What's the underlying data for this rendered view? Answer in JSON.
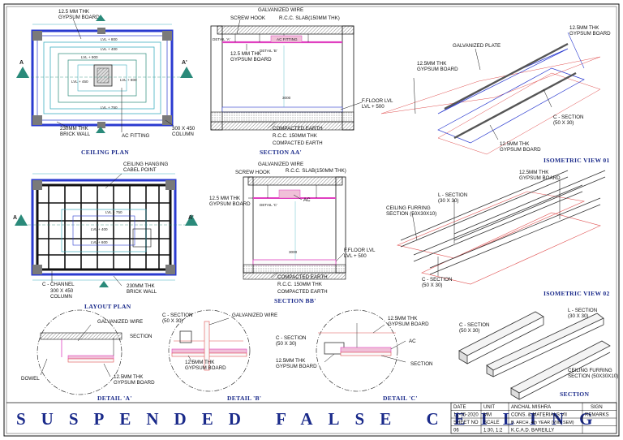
{
  "banner": "SUSPENDED FALSE CEILING",
  "titles": {
    "ceiling_plan": "CEILING PLAN",
    "layout_plan": "LAYOUT PLAN",
    "section_aa": "SECTION AA'",
    "section_bb": "SECTION BB'",
    "iso1": "ISOMETRIC VIEW 01",
    "iso2": "ISOMETRIC VIEW 02",
    "section": "SECTION",
    "detail_a": "DETAIL 'A'",
    "detail_b": "DETAIL 'B'",
    "detail_c": "DETAIL 'C'"
  },
  "marks": {
    "a": "A",
    "a_prime": "A'"
  },
  "cp": {
    "gypsum": "12.5 MM THK\nGYPSUM BOARD",
    "brick": "230MM THK\nBRICK WALL",
    "ac": "AC FITTING",
    "column": "300 X 450\nCOLUMN",
    "lvls": [
      "LVL + 800",
      "LVL + 400",
      "LVL + 900",
      "LVL + 450",
      "LVL + 800",
      "LVL + 750"
    ]
  },
  "lp": {
    "hanging": "CEILING HANGING\nCABEL POINT",
    "channel": "C - CHANNEL",
    "column": "300 X 450\nCOLUMN",
    "brick": "230MM THK\nBRICK WALL",
    "lvls": [
      "LVL + 750",
      "LVL + 400",
      "LVL + 600"
    ]
  },
  "saa": {
    "wire": "GALVANIZED WIRE",
    "hook": "SCREW HOOK",
    "slab": "R.C.C. SLAB(150MM THK)",
    "detail_a": "DETAIL 'A'",
    "detail_b": "DETAIL 'B'",
    "gypsum": "12.5 MM THK\nGYPSUM BOARD",
    "floor": "F.FLOOR LVL\nLVL + 500",
    "earth1": "COMPACTED EARTH",
    "rcc": "R.C.C. 150MM THK",
    "earth2": "COMPACTED EARTH",
    "ac": "AC FITTING",
    "dim": "3000"
  },
  "sbb": {
    "wire": "GALVANIZED WIRE",
    "hook": "SCREW HOOK",
    "slab": "R.C.C. SLAB(150MM THK)",
    "gypsum": "12.5 MM THK\nGYPSUM BOARD",
    "detail_c": "DETAIL 'C'",
    "ac": "AC",
    "floor": "F.FLOOR LVL\nLVL + 500",
    "earth1": "COMPACTED EARTH",
    "rcc": "R.C.C. 150MM THK",
    "earth2": "COMPACTED EARTH",
    "dim": "3000"
  },
  "iso1": {
    "plate": "GALVANIZED PLATE",
    "gyp1": "12.5MM THK\nGYPSUM BOARD",
    "gyp2": "12.5MM THK\nGYPSUM BOARD",
    "csec": "C - SECTION\n(50 X 30)",
    "gyp3": "12.5MM THK\nGYPSUM BOARD"
  },
  "iso2": {
    "gyp": "12.5MM THK\nGYPSUM BOARD",
    "lsec": "L - SECTION\n(30 X 30)",
    "furring": "CEILING FURRING\nSECTION (50X30X10)",
    "csec": "C - SECTION\n(50 X 30)"
  },
  "sect": {
    "csec": "C - SECTION\n(50 X 30)",
    "lsec": "L - SECTION\n(30 X 30)",
    "furring": "CEILING FURRING\nSECTION (50X30X10)"
  },
  "da": {
    "wire": "GALVANIZED WIRE",
    "section": "SECTION",
    "dowel": "DOWEL",
    "gyp": "12.5MM THK\nGYPSUM BOARD"
  },
  "db": {
    "csec": "C - SECTION\n(50 X 30)",
    "wire": "GALVANIZED WIRE",
    "gyp": "12.5MM THK\nGYPSUM BOARD"
  },
  "dc": {
    "csec": "C - SECTION\n(50 X 30)",
    "gyp1": "12.5MM THK\nGYPSUM BOARD",
    "ac": "AC",
    "gyp2": "12.5MM THK\nGYPSUM BOARD",
    "section": "SECTION"
  },
  "titleblock": {
    "rows": [
      [
        "DATE",
        "UNIT",
        "ANCHAL MISHRA",
        "SIGN"
      ],
      [
        "12-05-2020",
        "MM",
        "CONS. & MATERIALS VII",
        "REMARKS"
      ],
      [
        "SHEET NO",
        "SCALE",
        "B. ARCH. 4th YEAR (VIIth SEM)",
        ""
      ],
      [
        "06",
        "1:30, 1:2",
        "K.C.A.D. BAREILLY",
        ""
      ]
    ]
  },
  "colors": {
    "ink": "#111111",
    "title": "#1a2a8a",
    "wall": "#2a3ad0",
    "column": "#7a7a7a",
    "pink": "#e8a0c8",
    "cyan": "#40b0c0",
    "magenta": "#e040c0",
    "red": "#e05050",
    "teal": "#2a8a7a"
  }
}
